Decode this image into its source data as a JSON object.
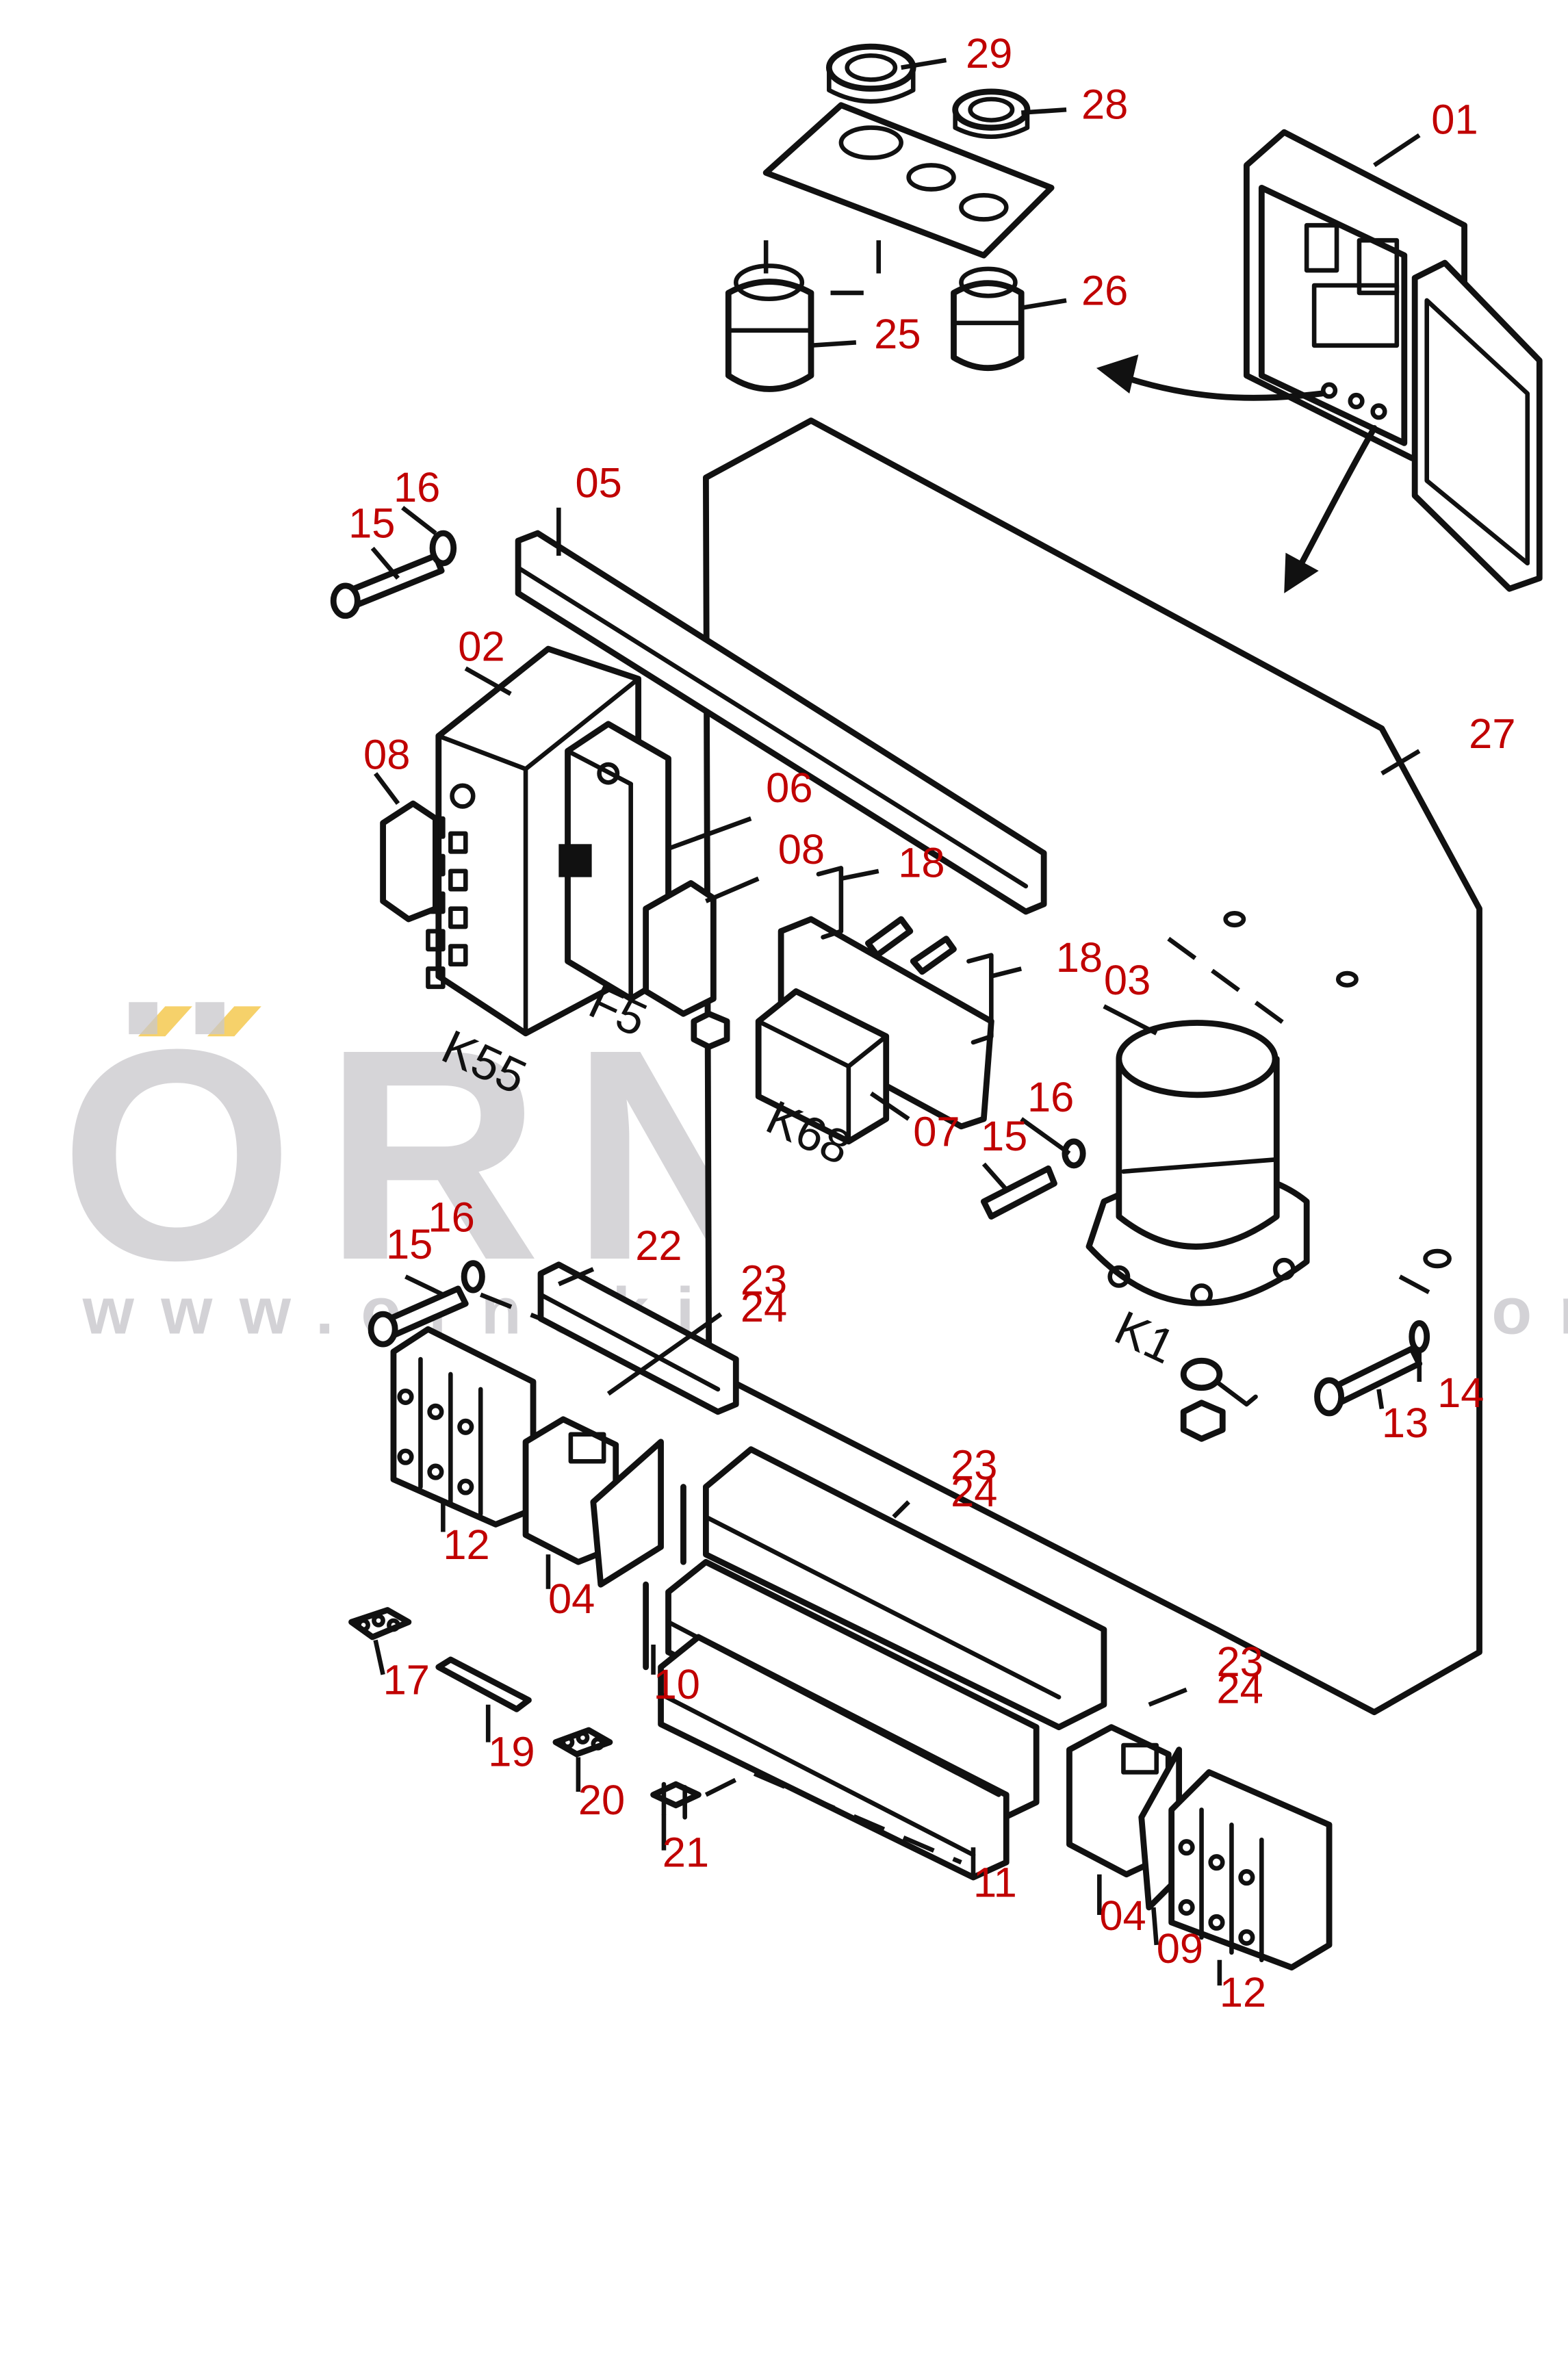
{
  "watermark": {
    "brand": "ÖRNEK",
    "url": "www.ornekismakinalari.com.tr"
  },
  "callouts": [
    "29",
    "28",
    "01",
    "25",
    "26",
    "16",
    "05",
    "15",
    "02",
    "08",
    "06",
    "27",
    "08",
    "18",
    "18",
    "03",
    "07",
    "16",
    "15",
    "16",
    "15",
    "22",
    "23",
    "24",
    "12",
    "04",
    "10",
    "23",
    "24",
    "14",
    "13",
    "17",
    "19",
    "20",
    "21",
    "11",
    "04",
    "09",
    "12",
    "23",
    "24"
  ],
  "component_labels": [
    "K55",
    "F5",
    "K68",
    "K1"
  ],
  "colors": {
    "callout": "#c00000",
    "line": "#111111",
    "watermark_gray": "#c9c8cc",
    "watermark_accent": "#f4c545"
  }
}
